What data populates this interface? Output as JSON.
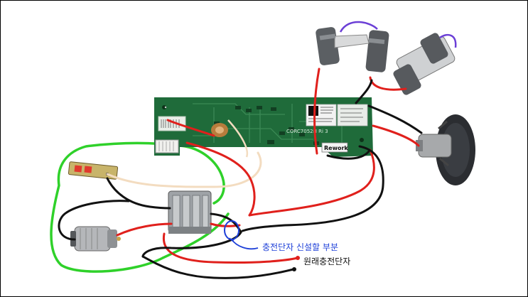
{
  "colors": {
    "background": "#ffffff",
    "pcb": "#1f6b3a",
    "wire_red": "#e0201c",
    "wire_black": "#111111",
    "wire_green": "#2fd12a",
    "wire_cream": "#f3dcc0",
    "wire_purple": "#6b3fd6",
    "annotation_blue": "#1d3fd8",
    "annotation_black": "#111111"
  },
  "pcb": {
    "model_label": "CORC7052H Ri 3",
    "rework_label": "Rework"
  },
  "annotations": {
    "new_terminal": "충전단자 신설할 부분",
    "original_terminal": "원래충전단자"
  },
  "icons": [
    "pcb-board",
    "battery-pack",
    "motor",
    "fan-motor",
    "heatsink",
    "led-board"
  ]
}
